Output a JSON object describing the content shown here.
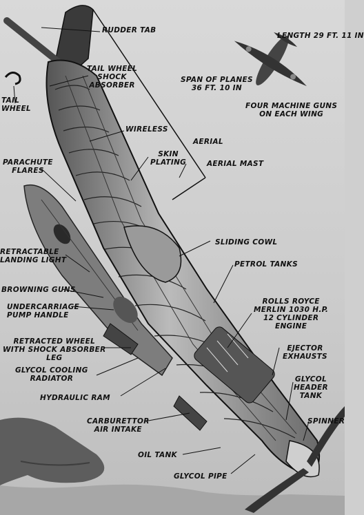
{
  "labels": {
    "rudder_tab": "RUDDER TAB",
    "tail_wheel_shock_absorber": [
      "TAIL WHEEL",
      "SHOCK",
      "ABSORBER"
    ],
    "tail_wheel": [
      "TAIL",
      "WHEEL"
    ],
    "wireless": "WIRELESS",
    "aerial": "AERIAL",
    "skin_plating": [
      "SKIN",
      "PLATING"
    ],
    "aerial_mast": "AERIAL MAST",
    "parachute_flares": [
      "PARACHUTE",
      "FLARES"
    ],
    "length": "LENGTH 29 FT. 11 IN",
    "span": [
      "SPAN OF PLANES",
      "36 FT. 10 IN"
    ],
    "machine_guns": [
      "FOUR MACHINE GUNS",
      "ON EACH WING"
    ],
    "sliding_cowl": "SLIDING COWL",
    "retractable_landing_light": [
      "RETRACTABLE",
      "LANDING LIGHT"
    ],
    "petrol_tanks": "PETROL TANKS",
    "browning_guns": "BROWNING GUNS",
    "undercarriage_pump_handle": [
      "UNDERCARRIAGE",
      "PUMP HANDLE"
    ],
    "engine": [
      "ROLLS ROYCE",
      "MERLIN 1030 H.P.",
      "12 CYLINDER",
      "ENGINE"
    ],
    "retracted_wheel": [
      "RETRACTED WHEEL",
      "WITH SHOCK ABSORBER",
      "LEG"
    ],
    "ejector_exhausts": [
      "EJECTOR",
      "EXHAUSTS"
    ],
    "glycol_cooling_radiator": [
      "GLYCOL COOLING",
      "RADIATOR"
    ],
    "glycol_header_tank": [
      "GLYCOL",
      "HEADER",
      "TANK"
    ],
    "hydraulic_ram": "HYDRAULIC RAM",
    "spinner": "SPINNER",
    "carburettor_air_intake": [
      "CARBURETTOR",
      "AIR INTAKE"
    ],
    "oil_tank": "OIL TANK",
    "glycol_pipe": "GLYCOL PIPE"
  },
  "colors": {
    "sky": "#cfcfcf",
    "ink": "#111111",
    "sea": "#9a9a9a",
    "land": "#5a5a5a"
  }
}
